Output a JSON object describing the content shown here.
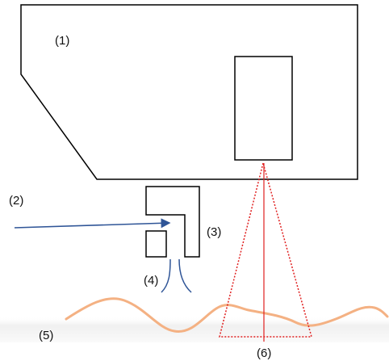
{
  "labels": {
    "l1": "(1)",
    "l2": "(2)",
    "l3": "(3)",
    "l4": "(4)",
    "l5": "(5)",
    "l6": "(6)"
  },
  "colors": {
    "outline": "#000000",
    "arrow": "#2f5597",
    "nozzle_stream": "#2f5597",
    "beam": "#e02020",
    "wave": "#f4b183",
    "ground_fill": "#f2f2f2"
  }
}
